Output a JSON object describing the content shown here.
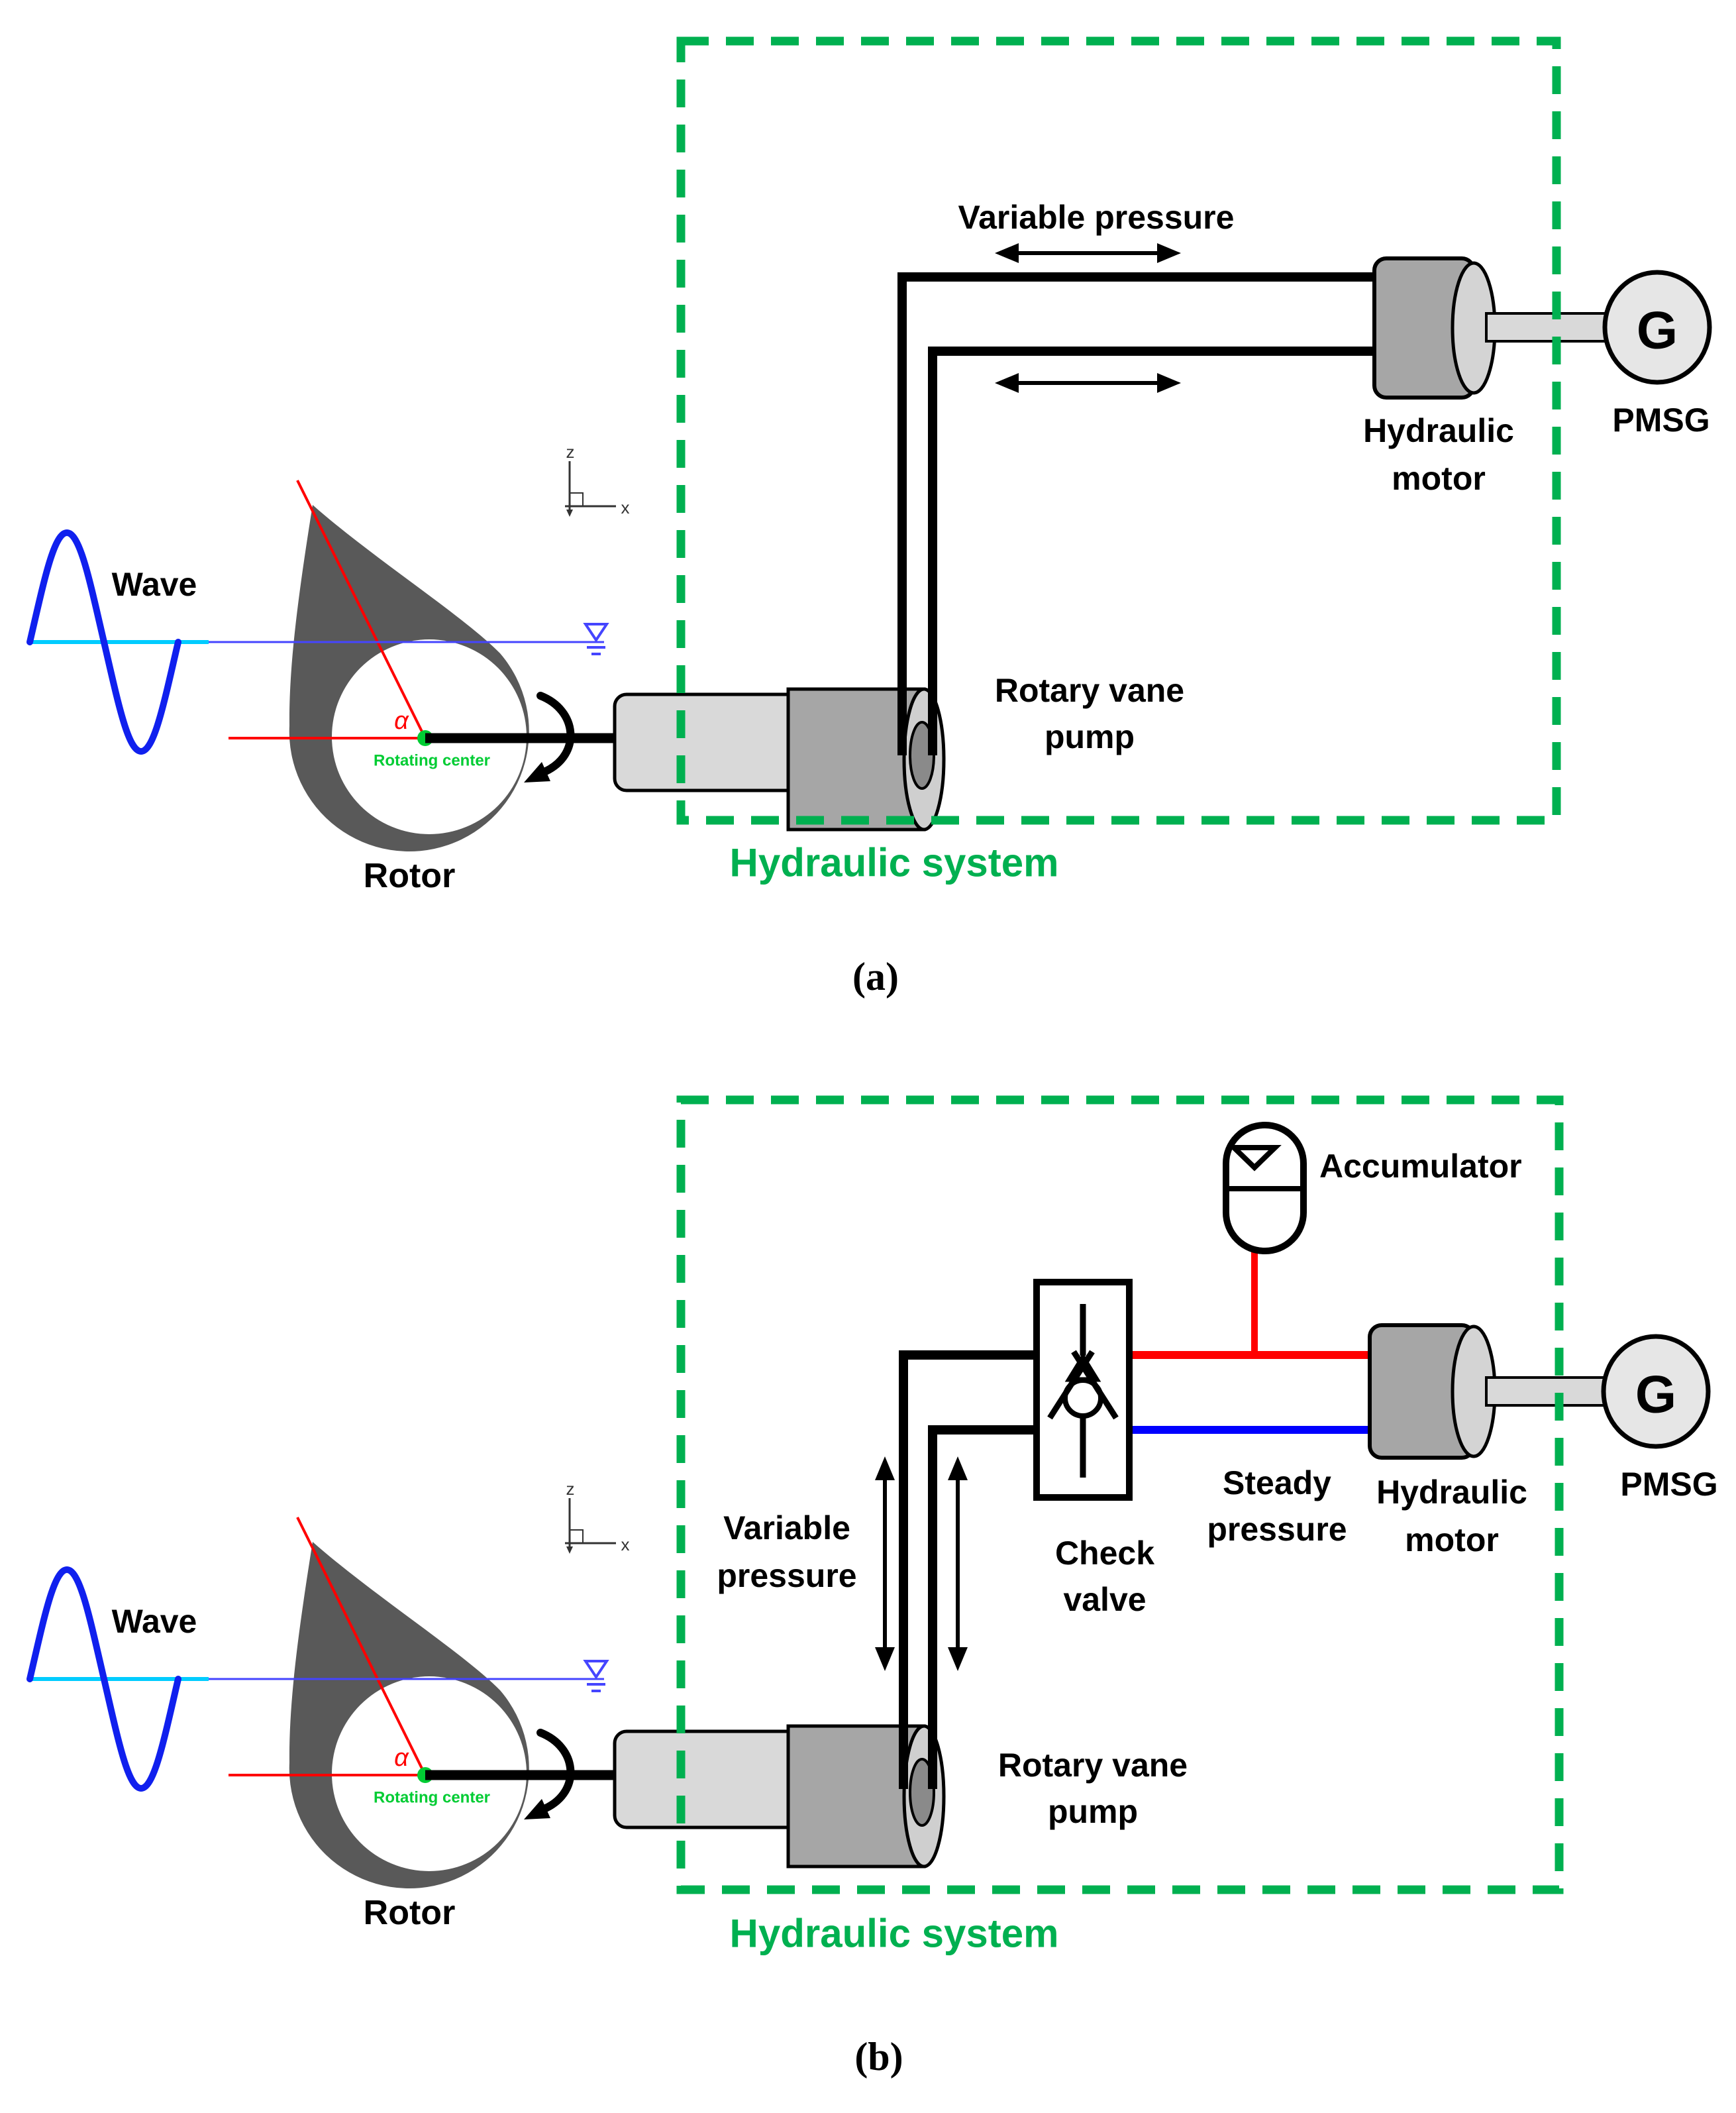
{
  "figure": {
    "colors": {
      "system_green": "#00B050",
      "rotating_center_green": "#00CC33",
      "red": "#FF0000",
      "steady_blue": "#0000FF",
      "wave_blue": "#1020EE",
      "water_cyan": "#00CCFF",
      "waterline_blue": "#4545FF",
      "rotor_gray": "#595959"
    },
    "panel_a": {
      "caption": "(a)",
      "wave_label": "Wave",
      "rotor_label": "Rotor",
      "rotating_center_label": "Rotating center",
      "alpha_label": "α",
      "axis_z": "z",
      "axis_x": "x",
      "variable_pressure_label": "Variable pressure",
      "rotary_vane_pump": [
        "Rotary vane",
        "pump"
      ],
      "hydraulic_motor": [
        "Hydraulic",
        "motor"
      ],
      "pmsg_label": "PMSG",
      "generator_letter": "G",
      "hydraulic_system_label": "Hydraulic system"
    },
    "panel_b": {
      "caption": "(b)",
      "wave_label": "Wave",
      "rotor_label": "Rotor",
      "rotating_center_label": "Rotating center",
      "alpha_label": "α",
      "axis_z": "z",
      "axis_x": "x",
      "variable_pressure": [
        "Variable",
        "pressure"
      ],
      "steady_pressure": [
        "Steady",
        "pressure"
      ],
      "check_valve": [
        "Check",
        "valve"
      ],
      "accumulator_label": "Accumulator",
      "rotary_vane_pump": [
        "Rotary vane",
        "pump"
      ],
      "hydraulic_motor": [
        "Hydraulic",
        "motor"
      ],
      "pmsg_label": "PMSG",
      "generator_letter": "G",
      "hydraulic_system_label": "Hydraulic system"
    }
  }
}
